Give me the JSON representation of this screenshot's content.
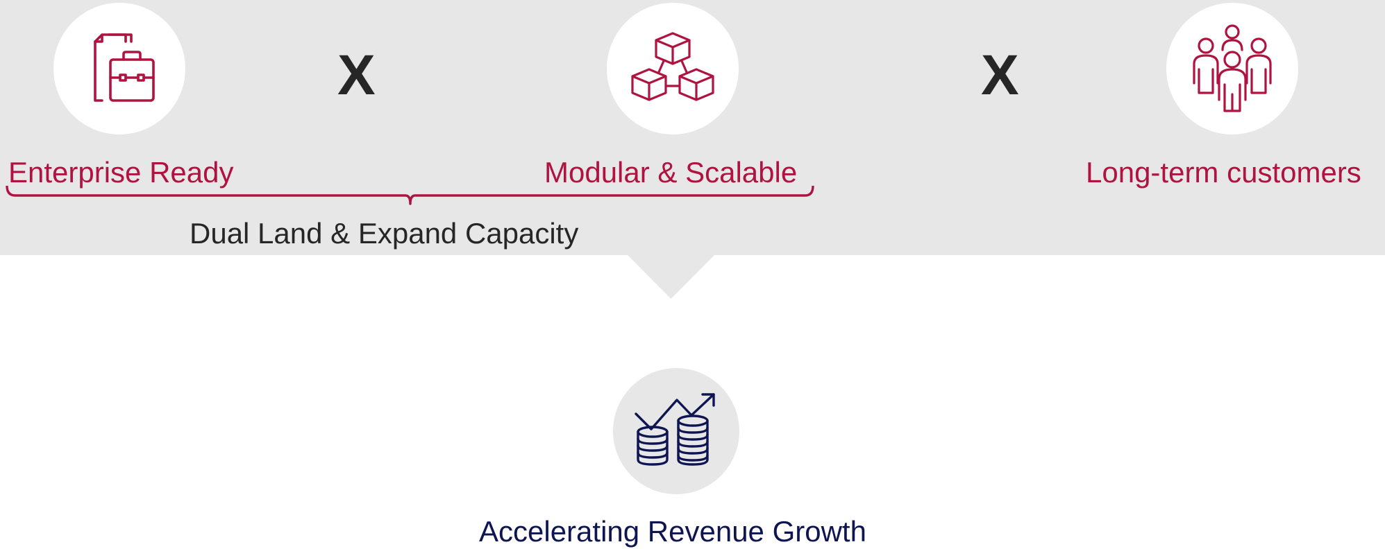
{
  "colors": {
    "accent": "#b0133f",
    "navy": "#0e1551",
    "dark_text": "#262626",
    "band": "#e7e7e7"
  },
  "pillars": [
    {
      "label": "Enterprise Ready",
      "icon": "briefcase-document-icon"
    },
    {
      "label": "Modular & Scalable",
      "icon": "connected-cubes-icon"
    },
    {
      "label": "Long-term customers",
      "icon": "people-group-icon"
    }
  ],
  "operators": [
    "X",
    "X"
  ],
  "bracket_label": "Dual Land & Expand Capacity",
  "result": {
    "label": "Accelerating Revenue Growth",
    "icon": "coins-growth-icon"
  }
}
